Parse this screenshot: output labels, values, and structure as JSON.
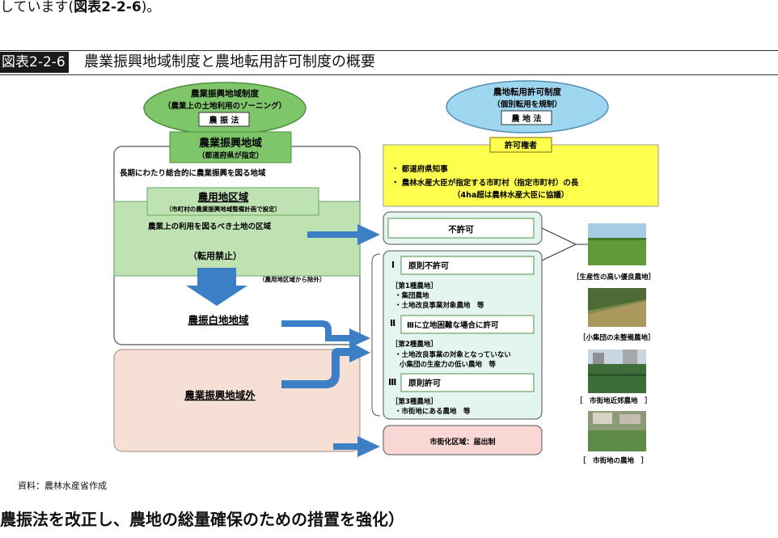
{
  "intro": {
    "prefix": "しています(",
    "bold": "図表2-2-6",
    "suffix": ")。"
  },
  "figure": {
    "label": "図表2-2-6",
    "title": "農業振興地域制度と農地転用許可制度の概要",
    "left_oval": {
      "line1": "農業振興地域制度",
      "line2": "（農業上の土地利用のゾーニング）",
      "law": "農 振 法"
    },
    "right_oval": {
      "line1": "農地転用許可制度",
      "line2": "（個別転用を規制）",
      "law": "農 地 法"
    },
    "nouson_area": {
      "title": "農業振興地域",
      "subtitle": "（都道府県が指定）",
      "desc": "長期にわたり総合的に農業振興を図る地域"
    },
    "nouyou_area": {
      "title": "農用地区域",
      "subtitle": "（市町村の農業振興地域整備計画で設定）",
      "desc": "農業上の利用を図るべき土地の区域"
    },
    "conversion_ban": "（転用禁止）",
    "exclusion_note": "（農用地区域から除外）",
    "shirochi": "農振白地地域",
    "outside": "農業振興地域外",
    "authority": {
      "header": "許可権者",
      "item1": "・ 都道府県知事",
      "item2": "・ 農林水産大臣が指定する市町村（指定市町村）の長",
      "item3": "（4ha超は農林水産大臣に協議）"
    },
    "not_permitted": "不許可",
    "class1": {
      "numeral": "Ⅰ",
      "rule": "原則不許可",
      "heading": "［第1種農地］",
      "line1": "・集団農地",
      "line2": "・土地改良事業対象農地　等"
    },
    "class2": {
      "numeral": "Ⅱ",
      "rule": "Ⅲに立地困難な場合に許可",
      "heading": "［第2種農地］",
      "line1": "・土地改良事業の対象となっていない",
      "line2": "小集団の生産力の低い農地　等"
    },
    "class3": {
      "numeral": "Ⅲ",
      "rule": "原則許可",
      "heading": "［第3種農地］",
      "line1": "・市街地にある農地　等"
    },
    "urban": "市街化区域：届出制",
    "photos": [
      {
        "caption": "［生産性の高い優良農地］"
      },
      {
        "caption": "［小集団の未整備農地］"
      },
      {
        "caption": "［　市街地近郊農地　］"
      },
      {
        "caption": "［　市街地の農地　］"
      }
    ]
  },
  "source": "資料：農林水産省作成",
  "next_heading": "農振法を改正し、農地の総量確保のための措置を強化）",
  "colors": {
    "green_oval": "#7fc66a",
    "blue_oval": "#9fd6ef",
    "yellow": "#ffff4d",
    "arrow_blue": "#3d7fc4",
    "pink": "#f8d7d4",
    "peach": "#f6e0d5",
    "mint": "#e4f4ef"
  }
}
